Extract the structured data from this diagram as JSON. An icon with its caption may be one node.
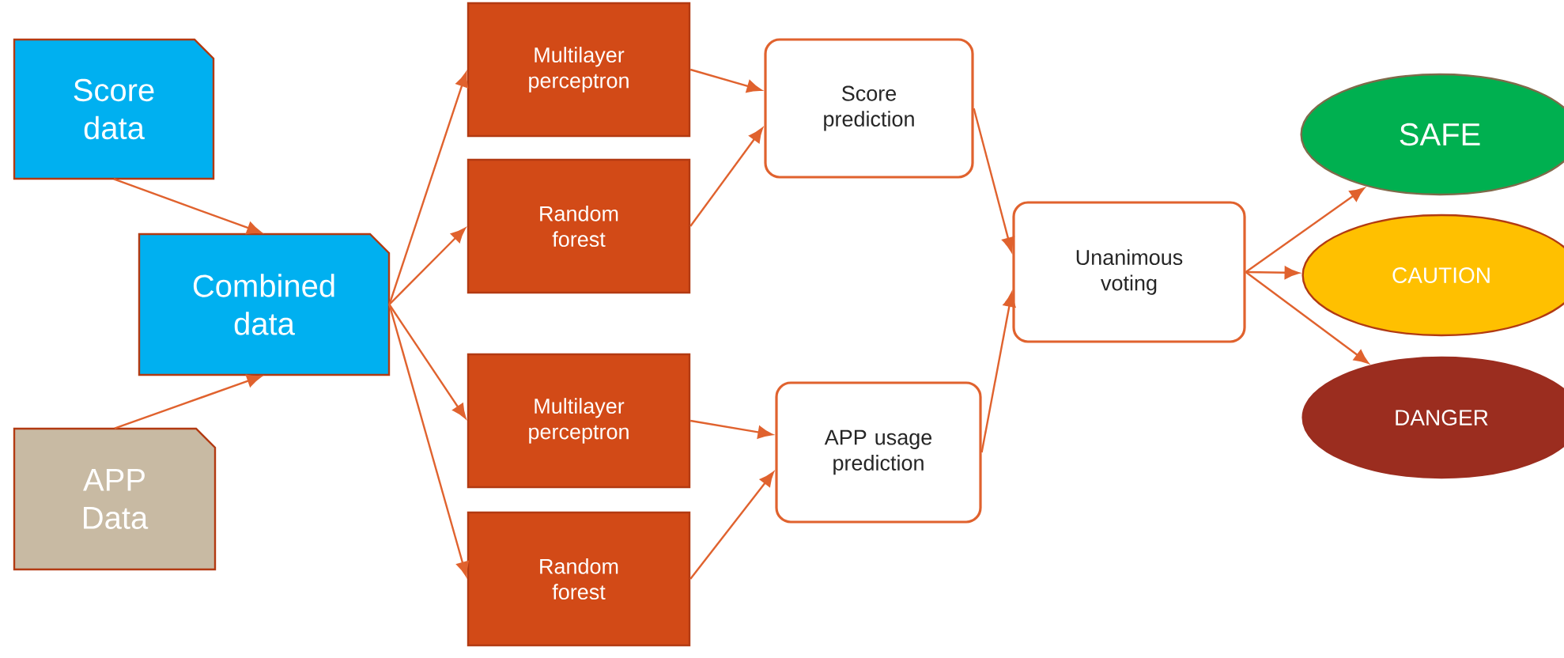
{
  "diagram": {
    "nodes": [
      {
        "text": [
          "Score data"
        ]
      },
      {
        "text": [
          "Combined data"
        ]
      },
      {
        "text": [
          "APP Data"
        ]
      },
      {
        "text": [
          "Multilayer perceptron"
        ]
      },
      {
        "text": [
          "Random forest"
        ]
      },
      {
        "text": [
          "Multilayer perceptron"
        ]
      },
      {
        "text": [
          "Random forest"
        ]
      },
      {
        "text": [
          "Score prediction"
        ]
      },
      {
        "text": [
          "APP usage prediction"
        ]
      },
      {
        "text": [
          "Unanimous voting"
        ]
      },
      {
        "text": [
          "SAFE"
        ]
      },
      {
        "text": [
          "CAUTION"
        ]
      },
      {
        "text": [
          "DANGER"
        ]
      }
    ],
    "edges": [
      {
        "from": 0,
        "to": 1,
        "arrow": "to"
      },
      {
        "from": 2,
        "to": 1,
        "arrow": "to"
      },
      {
        "from": 1,
        "to": 3,
        "arrow": "to"
      },
      {
        "from": 1,
        "to": 4,
        "arrow": "to"
      },
      {
        "from": 1,
        "to": 5,
        "arrow": "to"
      },
      {
        "from": 1,
        "to": 6,
        "arrow": "to"
      },
      {
        "from": 3,
        "to": 7,
        "arrow": "to"
      },
      {
        "from": 4,
        "to": 7,
        "arrow": "to"
      },
      {
        "from": 5,
        "to": 8,
        "arrow": "to"
      },
      {
        "from": 6,
        "to": 8,
        "arrow": "to"
      },
      {
        "from": 7,
        "to": 9,
        "arrow": "to"
      },
      {
        "from": 8,
        "to": 9,
        "arrow": "to"
      },
      {
        "from": 9,
        "to": 10,
        "arrow": "to"
      },
      {
        "from": 9,
        "to": 11,
        "arrow": "to"
      },
      {
        "from": 9,
        "to": 12,
        "arrow": "to"
      }
    ]
  }
}
